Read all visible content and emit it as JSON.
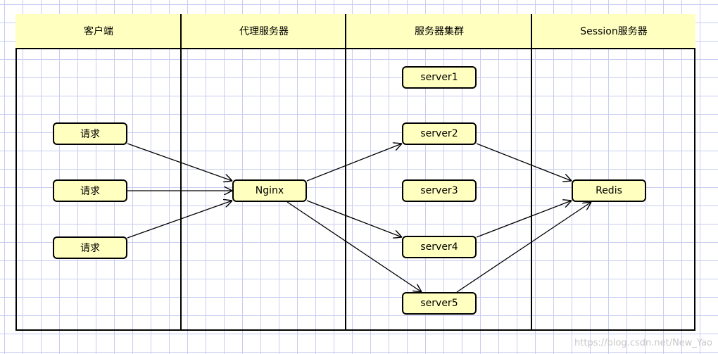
{
  "lanes": [
    "客户端",
    "代理服务器",
    "服务器集群",
    "Session服务器"
  ],
  "nodes": {
    "client1": "请求",
    "client2": "请求",
    "client3": "请求",
    "nginx": "Nginx",
    "server1": "server1",
    "server2": "server2",
    "server3": "server3",
    "server4": "server4",
    "server5": "server5",
    "redis": "Redis"
  },
  "edges": [
    [
      "client1",
      "nginx"
    ],
    [
      "client2",
      "nginx"
    ],
    [
      "client3",
      "nginx"
    ],
    [
      "nginx",
      "server2"
    ],
    [
      "nginx",
      "server4"
    ],
    [
      "nginx",
      "server5"
    ],
    [
      "server2",
      "redis"
    ],
    [
      "server4",
      "redis"
    ],
    [
      "server5",
      "redis"
    ]
  ],
  "colors": {
    "fill": "#ffffc0",
    "stroke": "#000000",
    "grid": "#c9cdf0"
  },
  "watermark": "https://blog.csdn.net/New_Yao"
}
